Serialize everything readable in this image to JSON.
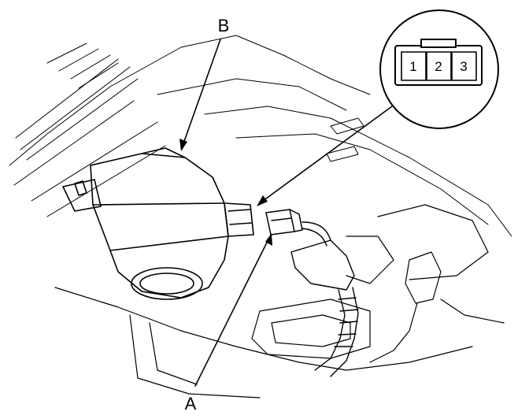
{
  "labels": {
    "a": "A",
    "b": "B"
  },
  "connector_pins": [
    "1",
    "2",
    "3"
  ],
  "colors": {
    "line": "#000000",
    "background": "#ffffff"
  }
}
